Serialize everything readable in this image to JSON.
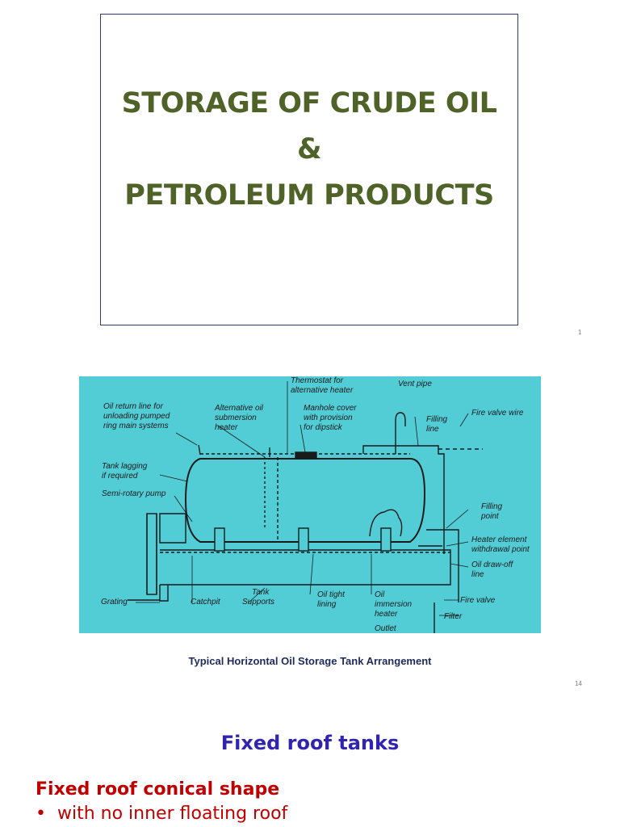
{
  "slide1": {
    "title_lines": [
      "STORAGE OF CRUDE OIL",
      "&",
      "PETROLEUM PRODUCTS"
    ],
    "page_number": "1"
  },
  "slide2": {
    "diagram_labels": {
      "thermostat": [
        "Thermostat for",
        "alternative heater"
      ],
      "vent_pipe": "Vent pipe",
      "oil_return": [
        "Oil return line for",
        "unloading pumped",
        "ring main systems"
      ],
      "alt_heater": [
        "Alternative oil",
        "submersion",
        "heater"
      ],
      "manhole": [
        "Manhole cover",
        "with provision",
        "for dipstick"
      ],
      "filling_line": [
        "Filling",
        "line"
      ],
      "fire_valve_wire": "Fire valve wire",
      "tank_lagging": [
        "Tank lagging",
        "if required"
      ],
      "semi_rotary": "Semi-rotary pump",
      "filling_point": [
        "Filling",
        "point"
      ],
      "heater_element": [
        "Heater element",
        "withdrawal point"
      ],
      "oil_drawoff": [
        "Oil draw-off",
        "line"
      ],
      "grating": "Grating",
      "catchpit": "Catchpit",
      "tank_supports": [
        "Tank",
        "Supports"
      ],
      "oil_tight": [
        "Oil tight",
        "lining"
      ],
      "oil_immersion": [
        "Oil",
        "immersion",
        "heater"
      ],
      "outlet": "Outlet",
      "fire_valve": "Fire valve",
      "filter": "Filter"
    },
    "caption": "Typical Horizontal Oil Storage Tank Arrangement",
    "page_number": "14",
    "colors": {
      "diagram_bg": "#52cdd6",
      "caption": "#1f2a5c"
    }
  },
  "slide3": {
    "heading": "Fixed roof tanks",
    "subheading": "Fixed roof conical shape",
    "bullets": [
      "with no inner floating roof"
    ],
    "colors": {
      "heading": "#3024b0",
      "subheading": "#c00000"
    }
  }
}
